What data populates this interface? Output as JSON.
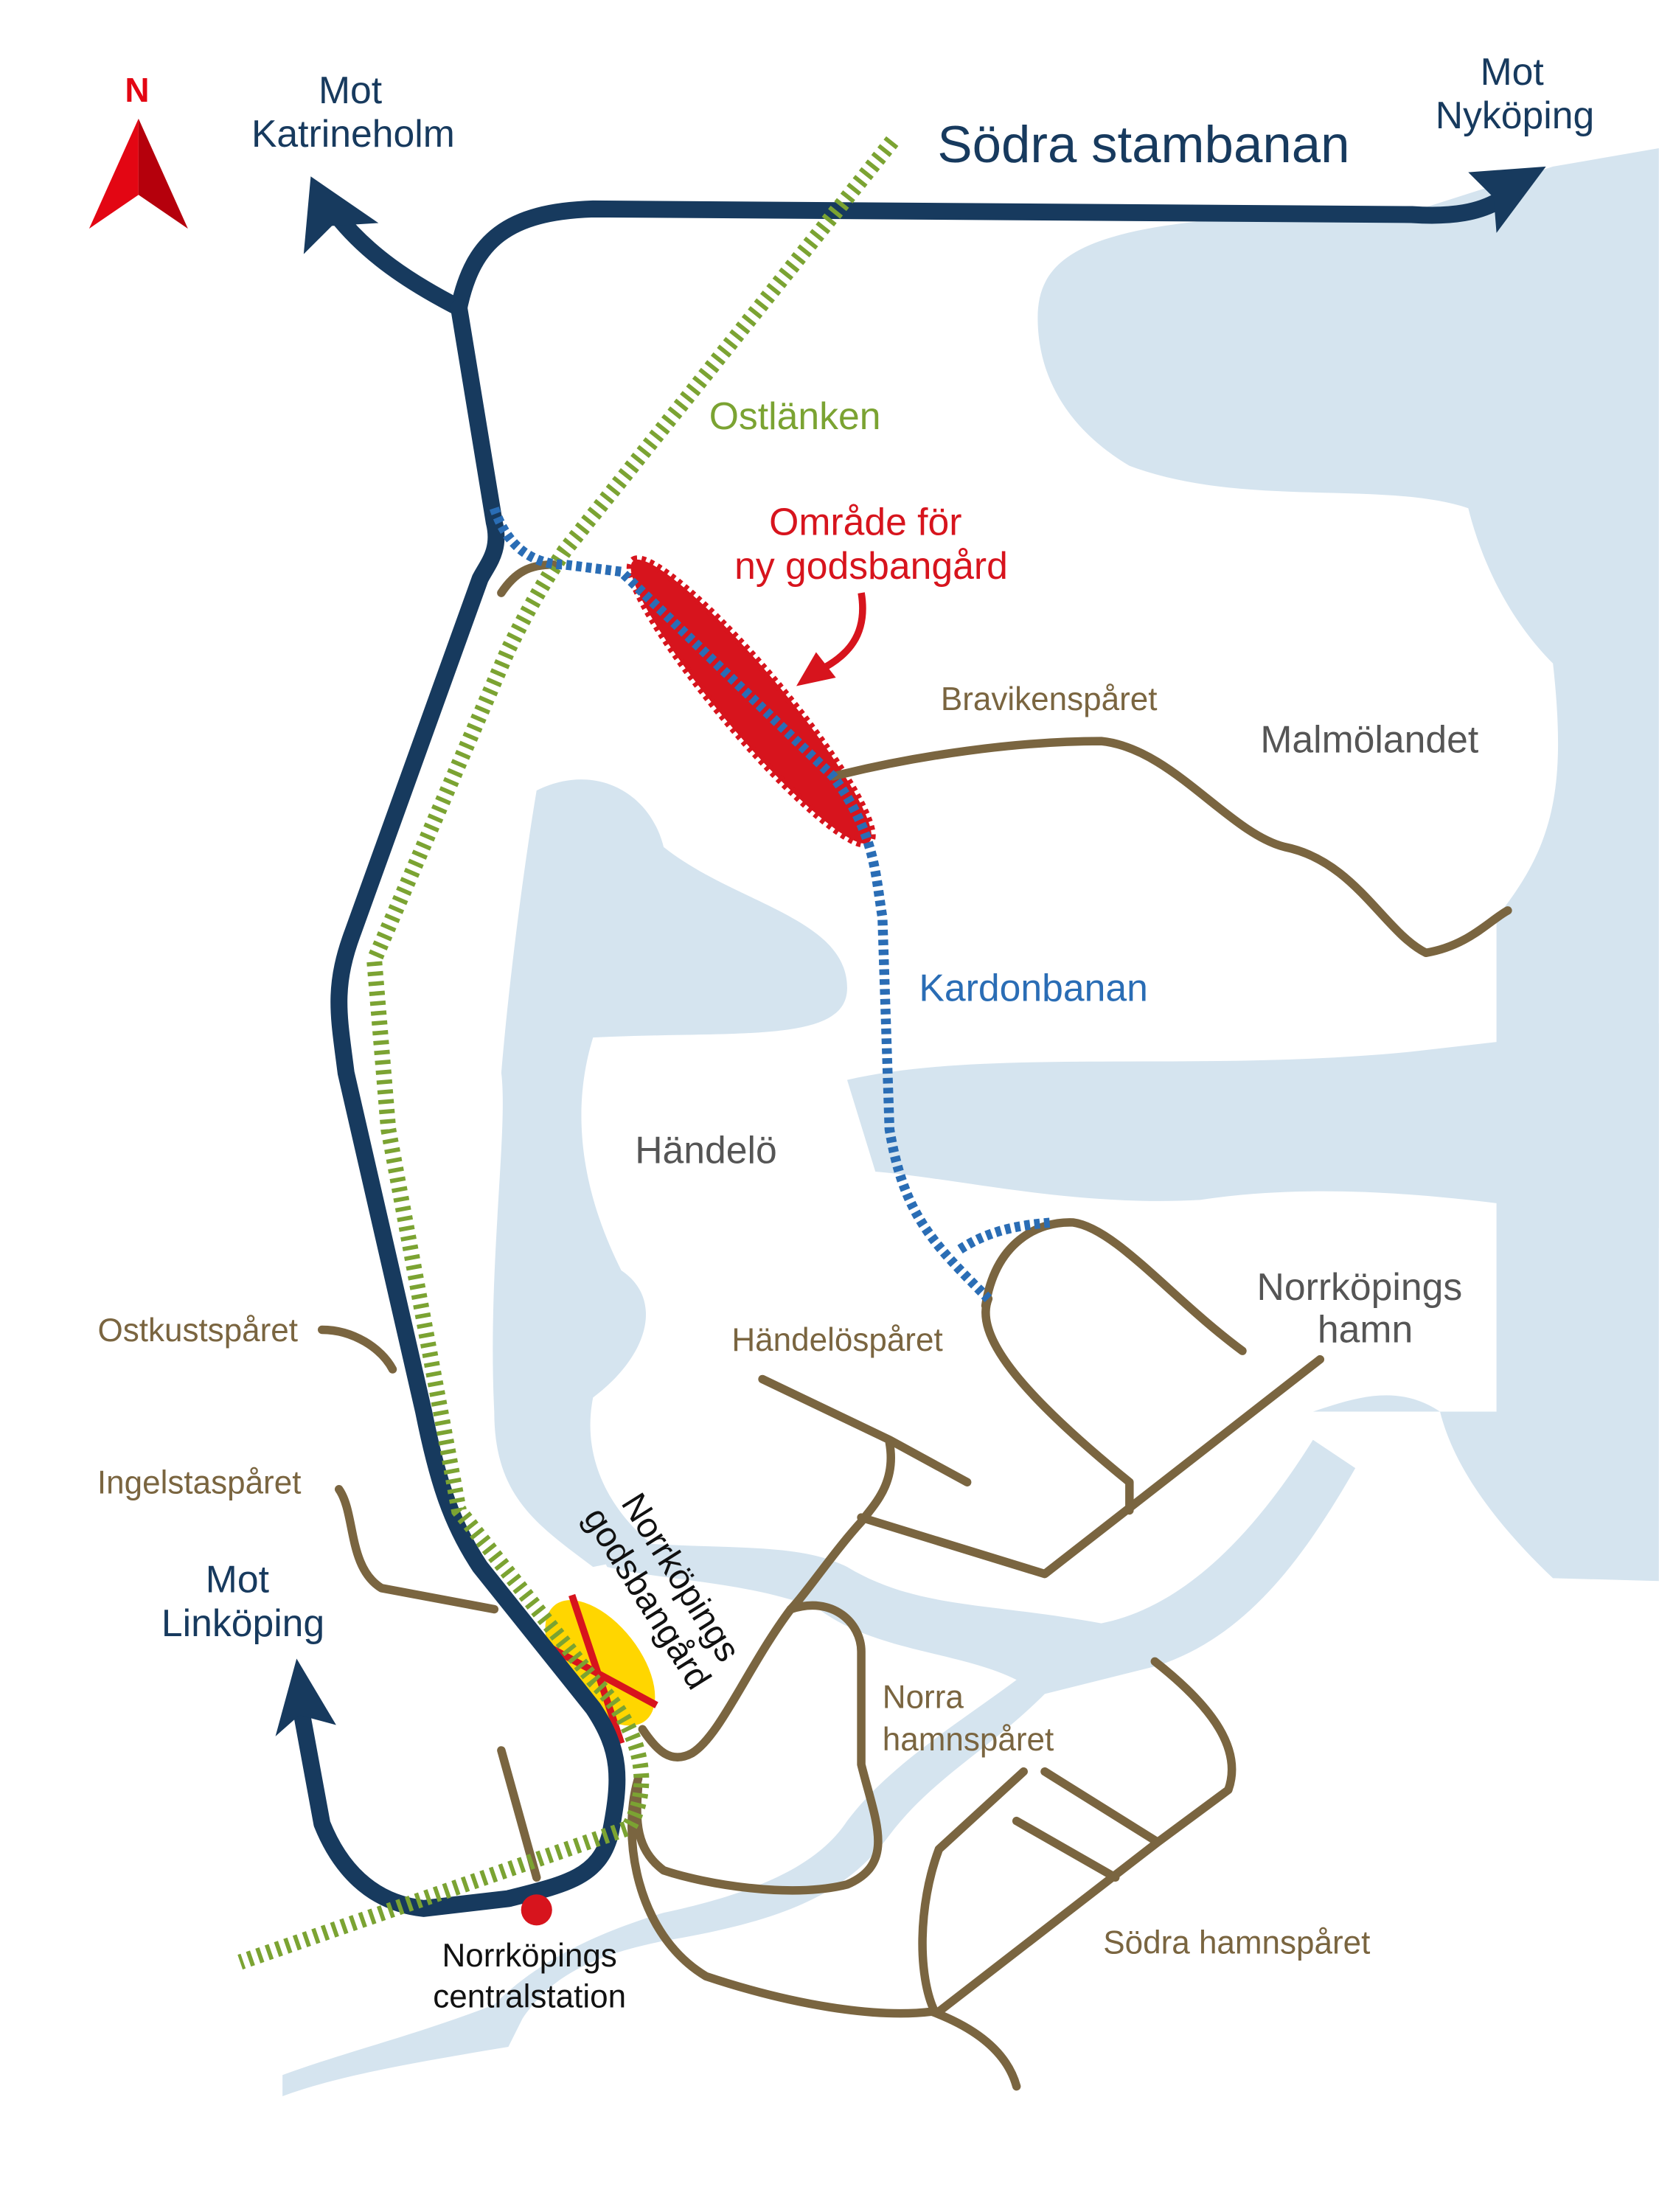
{
  "colors": {
    "main_line": "#173a5e",
    "ostlanken": "#7ba332",
    "kardonbanan": "#2a6db5",
    "tracks": "#7a6540",
    "highlight": "#d7141d",
    "yard": "#ffd600",
    "water": "#d5e4ef"
  },
  "compass": {
    "label": "N"
  },
  "labels": {
    "katrineholm": [
      "Mot",
      "Katrineholm"
    ],
    "nykoping": [
      "Mot",
      "Nyköping"
    ],
    "sodra_stambanan": "Södra stambanan",
    "ostlanken": "Ostlänken",
    "new_yard": [
      "Område för",
      "ny godsbangård"
    ],
    "bravikensparet": "Bravikenspåret",
    "malmolandet": "Malmölandet",
    "kardonbanan": "Kardonbanan",
    "handelo": "Händelö",
    "hamn": [
      "Norrköpings",
      "hamn"
    ],
    "handelosparet": "Händelöspåret",
    "ostkustsparet": "Ostkustspåret",
    "ingelstasparet": "Ingelstaspåret",
    "linkoping": [
      "Mot",
      "Linköping"
    ],
    "godsbangard": [
      "Norrköpings",
      "godsbangård"
    ],
    "norra_hamnsparet": [
      "Norra",
      "hamnspåret"
    ],
    "sodra_hamnsparet": "Södra hamnspåret",
    "central": [
      "Norrköpings",
      "centralstation"
    ]
  }
}
